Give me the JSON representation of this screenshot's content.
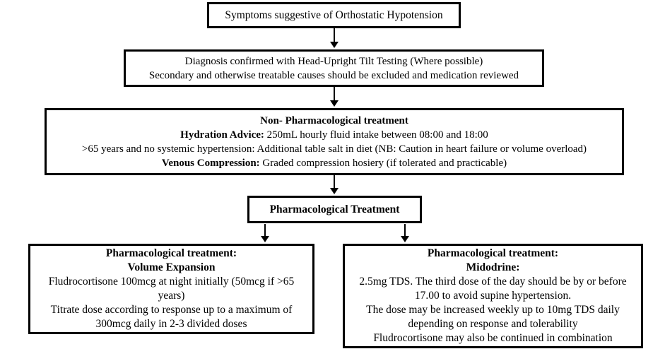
{
  "flowchart": {
    "symptoms_box": {
      "text": "Symptoms suggestive of Orthostatic Hypotension"
    },
    "diagnosis_box": {
      "line1": "Diagnosis confirmed with Head-Upright Tilt Testing (Where possible)",
      "line2": "Secondary and otherwise treatable causes should be excluded and medication reviewed"
    },
    "non_pharm_box": {
      "heading": "Non- Pharmacological treatment",
      "hydration_label": "Hydration Advice:",
      "hydration_text": " 250mL hourly fluid intake between 08:00 and 18:00",
      "salt_line": ">65 years and no systemic hypertension: Additional table salt in diet (NB: Caution in heart failure or volume overload)",
      "compression_label": "Venous Compression:",
      "compression_text": " Graded compression hosiery (if tolerated and practicable)"
    },
    "pharm_box": {
      "text": "Pharmacological Treatment"
    },
    "volume_box": {
      "heading1": "Pharmacological treatment:",
      "heading2": "Volume Expansion",
      "line1": "Fludrocortisone 100mcg at night initially (50mcg if >65 years)",
      "line2": "Titrate dose according to response up to a maximum of 300mcg daily in 2-3 divided doses"
    },
    "midodrine_box": {
      "heading1": "Pharmacological treatment:",
      "heading2": "Midodrine:",
      "line1": "2.5mg TDS. The third dose of the day should be by or before 17.00 to avoid supine hypertension.",
      "line2": "The dose may be increased weekly up to 10mg TDS daily depending on response and tolerability",
      "line3": "Fludrocortisone may also be continued in combination"
    }
  },
  "colors": {
    "border": "#000000",
    "background": "#ffffff",
    "text": "#000000"
  }
}
